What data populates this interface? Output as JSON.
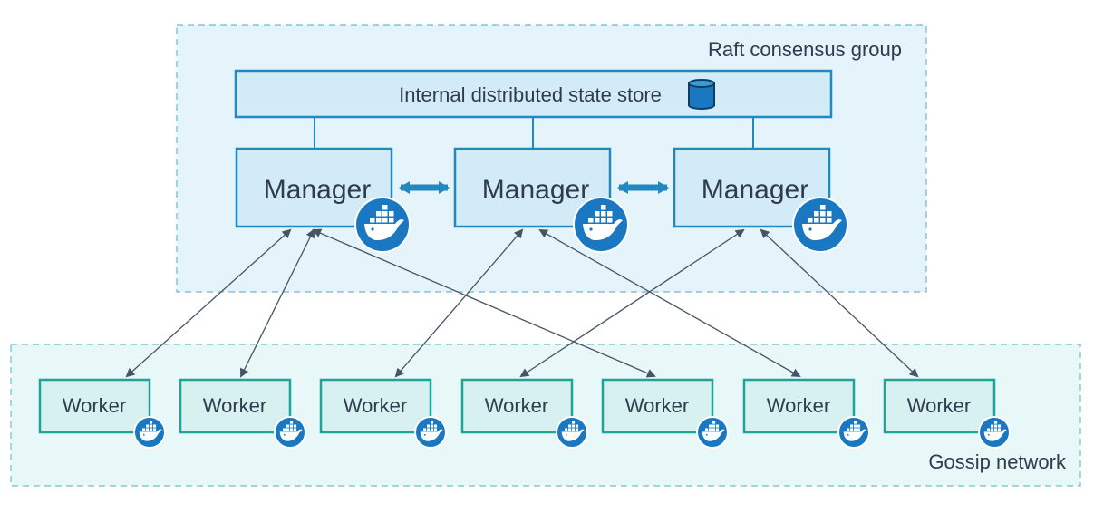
{
  "raft_group": {
    "label": "Raft consensus group"
  },
  "state_store": {
    "label": "Internal distributed state store",
    "icon": "database-icon"
  },
  "managers": [
    {
      "label": "Manager",
      "icon": "docker-whale-icon"
    },
    {
      "label": "Manager",
      "icon": "docker-whale-icon"
    },
    {
      "label": "Manager",
      "icon": "docker-whale-icon"
    }
  ],
  "workers": [
    {
      "label": "Worker",
      "icon": "docker-whale-icon"
    },
    {
      "label": "Worker",
      "icon": "docker-whale-icon"
    },
    {
      "label": "Worker",
      "icon": "docker-whale-icon"
    },
    {
      "label": "Worker",
      "icon": "docker-whale-icon"
    },
    {
      "label": "Worker",
      "icon": "docker-whale-icon"
    },
    {
      "label": "Worker",
      "icon": "docker-whale-icon"
    },
    {
      "label": "Worker",
      "icon": "docker-whale-icon"
    }
  ],
  "gossip_network": {
    "label": "Gossip network"
  },
  "connections": [
    {
      "manager": 0,
      "worker": 0
    },
    {
      "manager": 0,
      "worker": 1
    },
    {
      "manager": 0,
      "worker": 4
    },
    {
      "manager": 1,
      "worker": 2
    },
    {
      "manager": 1,
      "worker": 5
    },
    {
      "manager": 2,
      "worker": 3
    },
    {
      "manager": 2,
      "worker": 6
    }
  ],
  "colors": {
    "raft_fill": "#e5f3fa",
    "raft_border": "#6fb6d6",
    "gossip_fill": "#e8f7f7",
    "gossip_border": "#6cc2c4",
    "manager_fill": "#d3ebf7",
    "manager_border": "#2188c0",
    "worker_fill": "#d6f1ef",
    "worker_border": "#1ea59a",
    "badge": "#1a78c2",
    "connector": "#465566",
    "text": "#2f3c4f"
  }
}
